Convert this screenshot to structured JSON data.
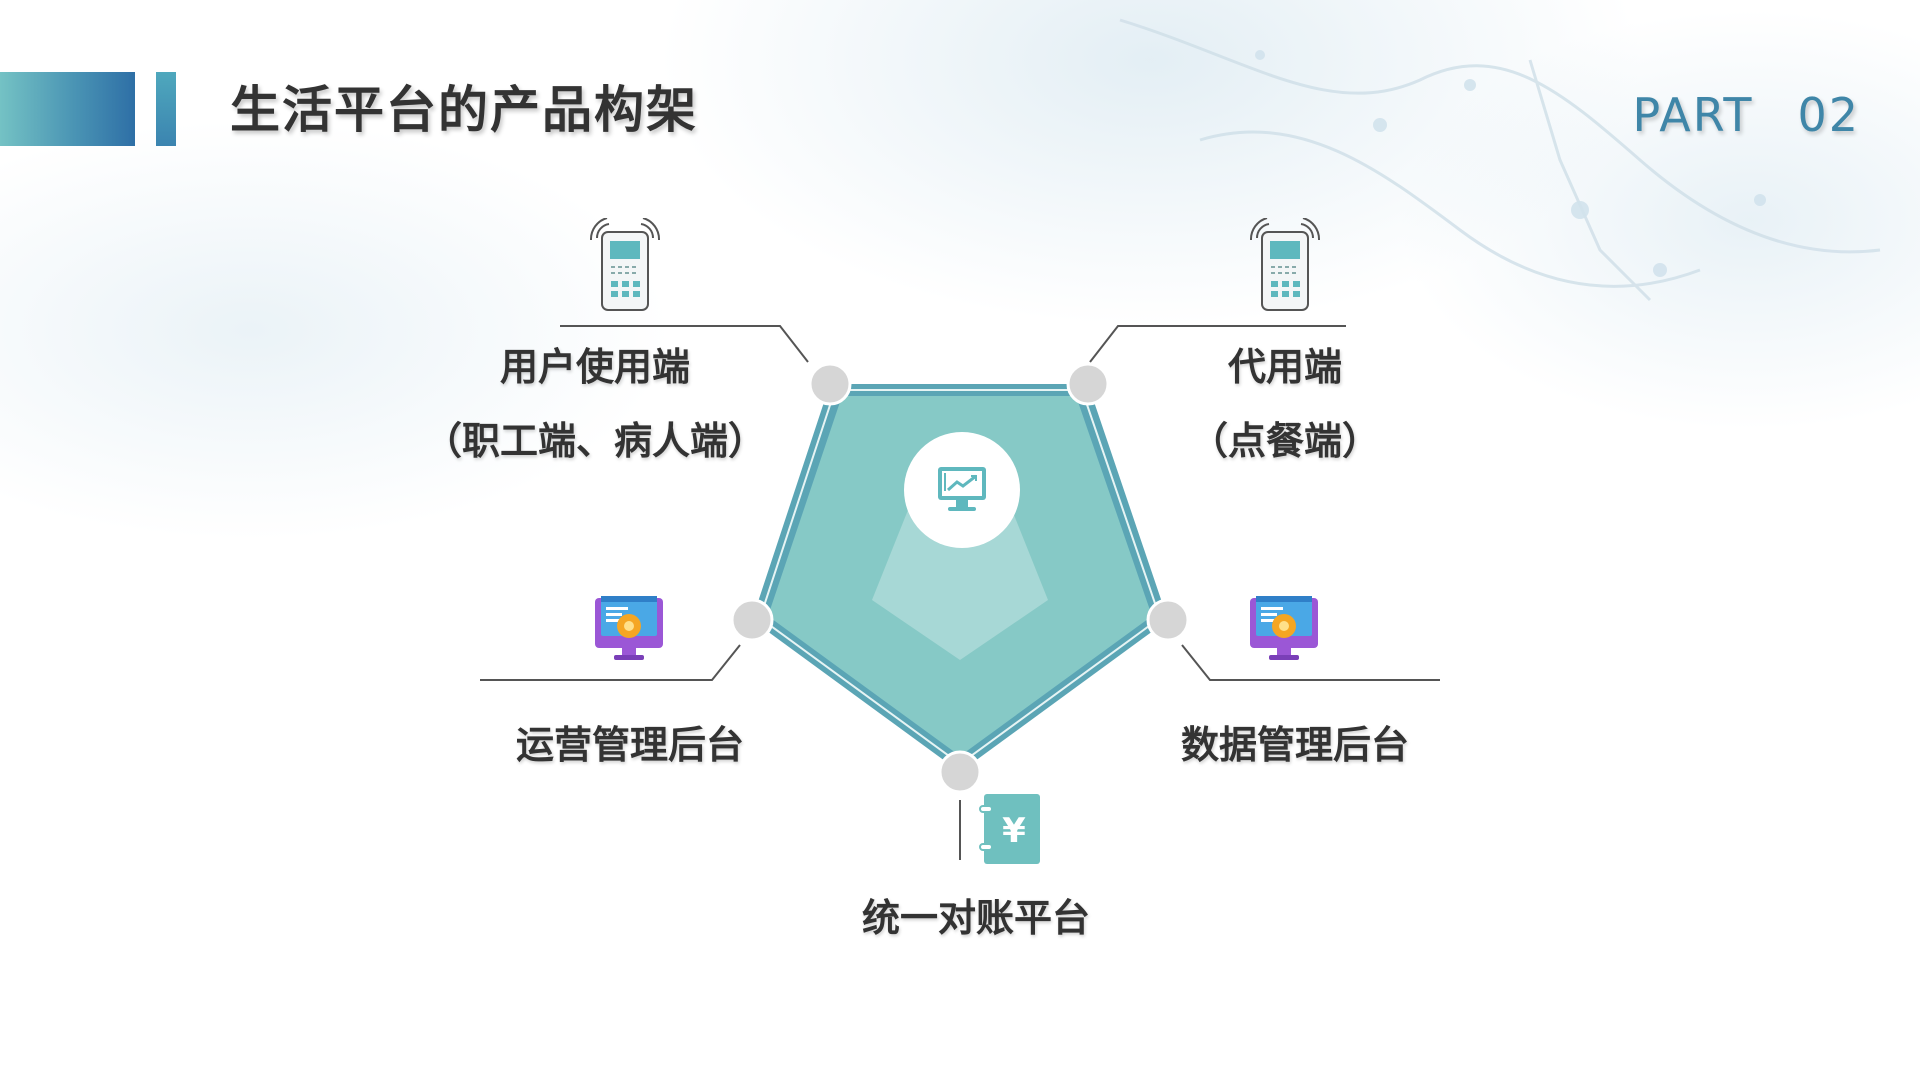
{
  "header": {
    "title": "生活平台的产品构架",
    "part_word": "PART",
    "part_number": "02"
  },
  "diagram": {
    "center_icon": "monitor-chart-icon",
    "nodes": [
      {
        "id": "user",
        "line1": "用户使用端",
        "line2": "（职工端、病人端）",
        "icon": "pos-terminal-icon"
      },
      {
        "id": "agent",
        "line1": "代用端",
        "line2": "（点餐端）",
        "icon": "pos-terminal-icon"
      },
      {
        "id": "ops",
        "line1": "运营管理后台",
        "icon": "monitor-settings-icon"
      },
      {
        "id": "data",
        "line1": "数据管理后台",
        "icon": "monitor-settings-icon"
      },
      {
        "id": "recon",
        "line1": "统一对账平台",
        "icon": "yuan-notebook-icon"
      }
    ]
  },
  "colors": {
    "pentagon_fill": "#7fc7c5",
    "pentagon_border": "#5ba5b5",
    "node_dot": "#d6d6d6",
    "accent_teal": "#5fb8be"
  }
}
